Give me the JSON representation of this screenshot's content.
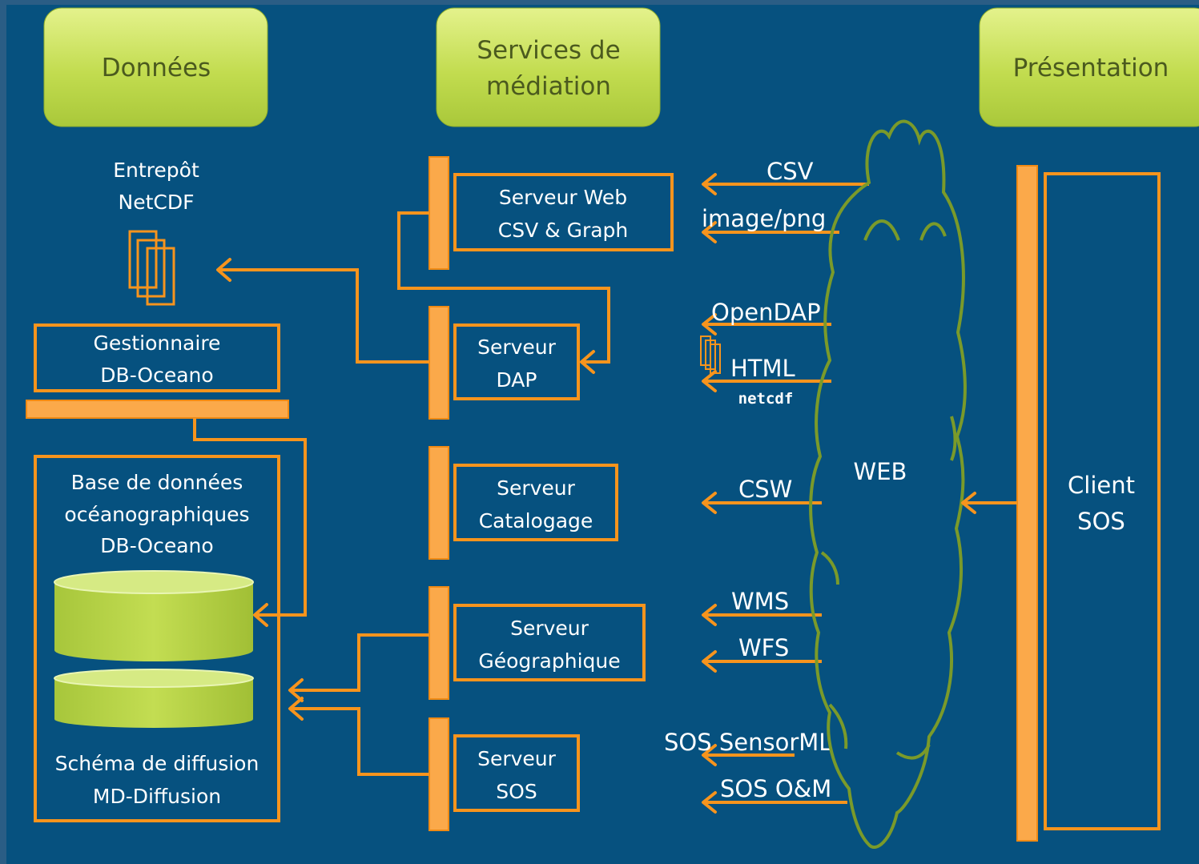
{
  "headers": {
    "donnees": "Données",
    "mediation_line1": "Services de",
    "mediation_line2": "médiation",
    "presentation": "Présentation"
  },
  "data_layer": {
    "warehouse_line1": "Entrepôt",
    "warehouse_line2": "NetCDF",
    "manager_line1": "Gestionnaire",
    "manager_line2": "DB-Oceano",
    "db_line1": "Base de données",
    "db_line2": "océanographiques",
    "db_line3": "DB-Oceano",
    "schema_line1": "Schéma de diffusion",
    "schema_line2": "MD-Diffusion"
  },
  "services": {
    "web_line1": "Serveur Web",
    "web_line2": "CSV & Graph",
    "dap_line1": "Serveur",
    "dap_line2": "DAP",
    "catalog_line1": "Serveur",
    "catalog_line2": "Catalogage",
    "geo_line1": "Serveur",
    "geo_line2": "Géographique",
    "sos_line1": "Serveur",
    "sos_line2": "SOS"
  },
  "protocols": {
    "csv": "CSV",
    "png": "image/png",
    "opendap": "OpenDAP",
    "html": "HTML",
    "netcdf": "netcdf",
    "csw": "CSW",
    "wms": "WMS",
    "wfs": "WFS",
    "sensorml": "SOS SensorML",
    "om": "SOS O&M"
  },
  "web_label": "WEB",
  "client": {
    "line1": "Client",
    "line2": "SOS"
  },
  "colors": {
    "background": "#06517f",
    "orange": "#f7941d",
    "header_green": "#c8df5a",
    "cloud_green": "#7a9a2a"
  }
}
